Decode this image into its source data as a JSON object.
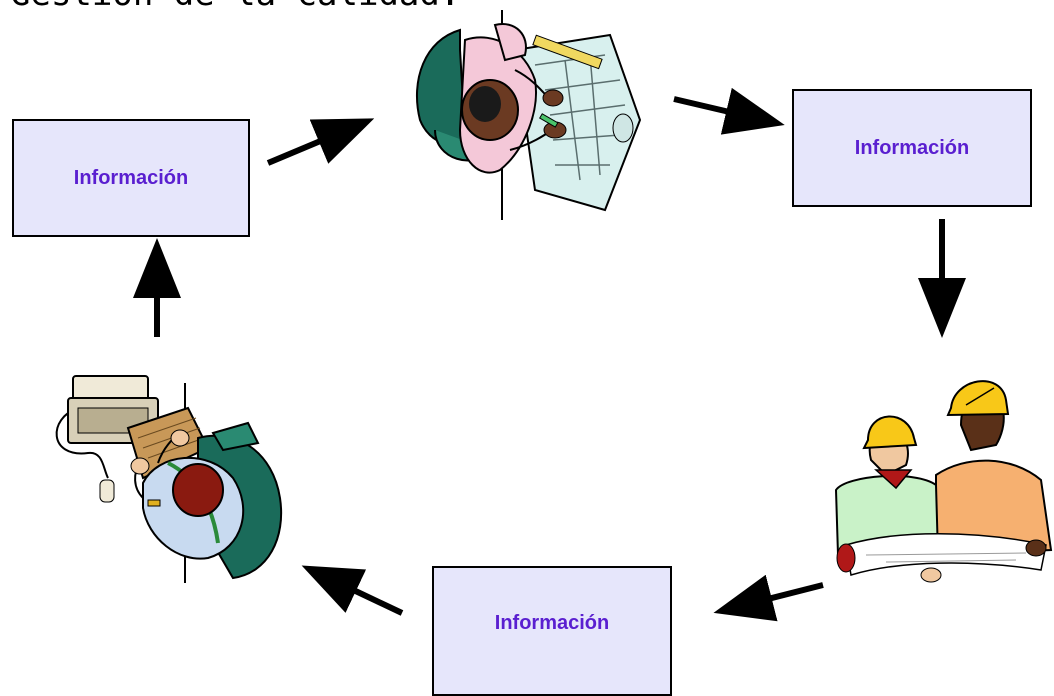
{
  "title": "Gestión de la calidad.",
  "box_label_color": "#5a1fd0",
  "box_fill": "#e6e6fb",
  "boxes": {
    "left": "Información",
    "right": "Información",
    "bottom": "Información"
  },
  "figures": {
    "top": "designer-at-drafting-table-icon",
    "right": "construction-workers-with-plan-icon",
    "left": "person-at-computer-icon"
  }
}
